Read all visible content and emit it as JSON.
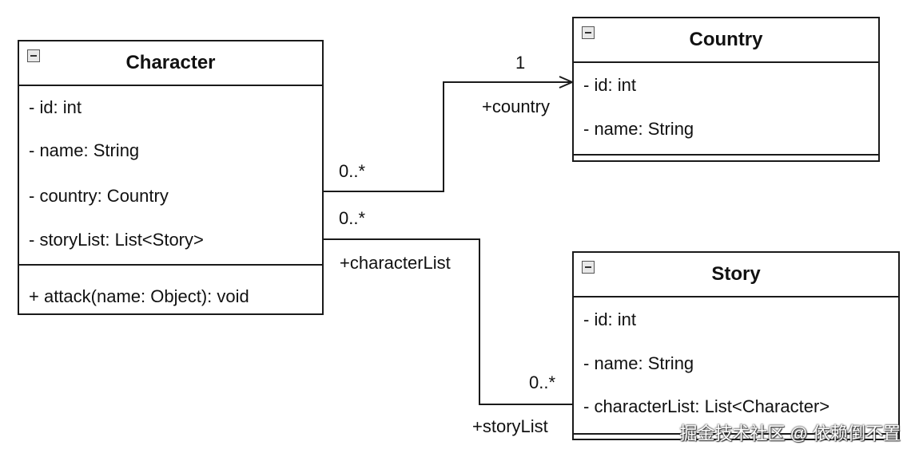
{
  "classes": {
    "character": {
      "name": "Character",
      "attributes": [
        "- id: int",
        "- name: String",
        "- country: Country",
        "- storyList: List<Story>"
      ],
      "methods": [
        "+ attack(name: Object): void"
      ]
    },
    "country": {
      "name": "Country",
      "attributes": [
        "- id: int",
        "- name: String"
      ]
    },
    "story": {
      "name": "Story",
      "attributes": [
        "- id: int",
        "- name: String",
        "- characterList: List<Character>"
      ]
    }
  },
  "associations": {
    "character_country": {
      "source_multiplicity": "0..*",
      "target_multiplicity": "1",
      "target_role": "+country"
    },
    "character_story": {
      "source_multiplicity": "0..*",
      "source_role": "+characterList",
      "target_multiplicity": "0..*",
      "target_role": "+storyList"
    }
  },
  "watermark": "掘金技术社区 @ 依赖倒不置"
}
